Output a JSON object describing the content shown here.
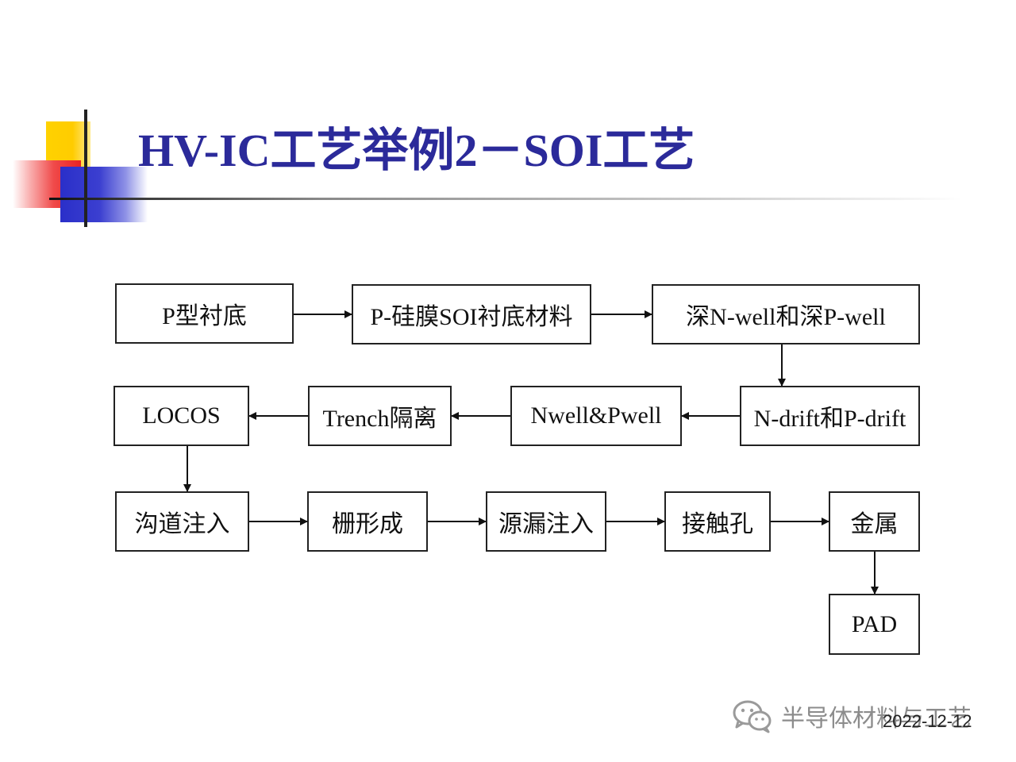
{
  "title": "HV-IC工艺举例2－SOI工艺",
  "flow": {
    "steps": [
      "P型衬底",
      "P-硅膜SOI衬底材料",
      "深N-well和深P-well",
      "N-drift和P-drift",
      "Nwell&Pwell",
      "Trench隔离",
      "LOCOS",
      "沟道注入",
      "栅形成",
      "源漏注入",
      "接触孔",
      "金属",
      "PAD"
    ]
  },
  "watermark": {
    "text": "半导体材料与工艺",
    "icon": "wechat-icon"
  },
  "footer": {
    "date": "2022-12-12"
  }
}
